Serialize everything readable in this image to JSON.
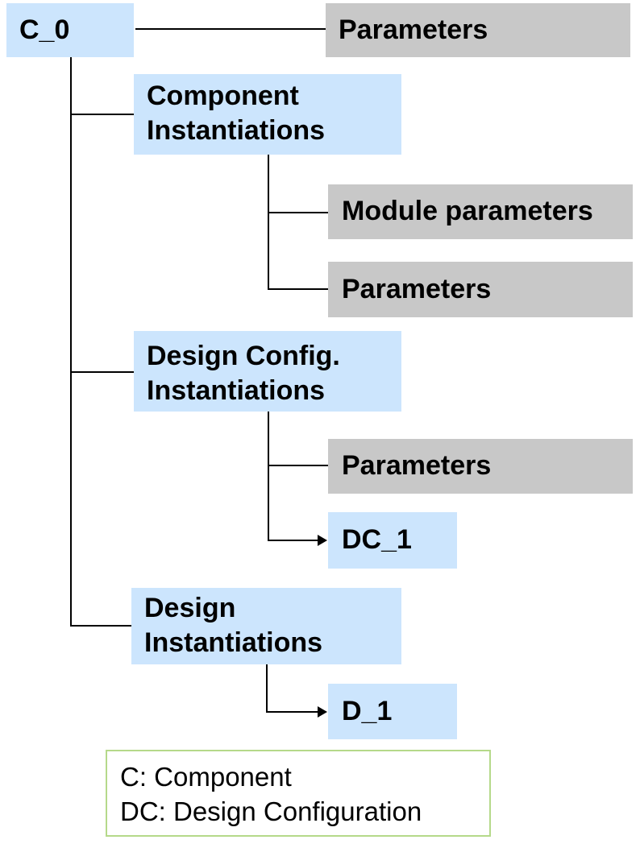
{
  "nodes": {
    "c0": "C_0",
    "parameters_top": "Parameters",
    "component_inst_line1": "Component",
    "component_inst_line2": "Instantiations",
    "module_parameters": "Module parameters",
    "parameters_component": "Parameters",
    "design_config_inst_line1": "Design Config.",
    "design_config_inst_line2": "Instantiations",
    "parameters_design_config": "Parameters",
    "dc1": "DC_1",
    "design_inst_line1": "Design",
    "design_inst_line2": "Instantiations",
    "d1": "D_1"
  },
  "legend": {
    "line1": "C: Component",
    "line2": "DC: Design Configuration"
  },
  "colors": {
    "instance_box": "#cce5fd",
    "parameter_box": "#c8c8c8",
    "legend_border": "#b5d98a"
  }
}
